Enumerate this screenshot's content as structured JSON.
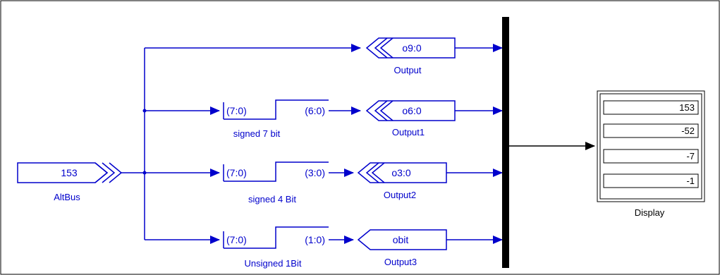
{
  "colors": {
    "wire": "#0000cc",
    "display_wire": "#000000",
    "bus_bar": "#000000",
    "background": "#ffffff"
  },
  "source": {
    "value": "153",
    "label": "AltBus"
  },
  "slices": [
    {
      "in_port": "(7:0)",
      "out_port": "(6:0)",
      "label": "signed 7 bit"
    },
    {
      "in_port": "(7:0)",
      "out_port": "(3:0)",
      "label": "signed 4 Bit"
    },
    {
      "in_port": "(7:0)",
      "out_port": "(1:0)",
      "label": "Unsigned 1Bit"
    }
  ],
  "outputs": [
    {
      "value": "o9:0",
      "label": "Output"
    },
    {
      "value": "o6:0",
      "label": "Output1"
    },
    {
      "value": "o3:0",
      "label": "Output2"
    },
    {
      "value": "obit",
      "label": "Output3"
    }
  ],
  "display": {
    "label": "Display",
    "values": [
      "153",
      "-52",
      "-7",
      "-1"
    ]
  }
}
